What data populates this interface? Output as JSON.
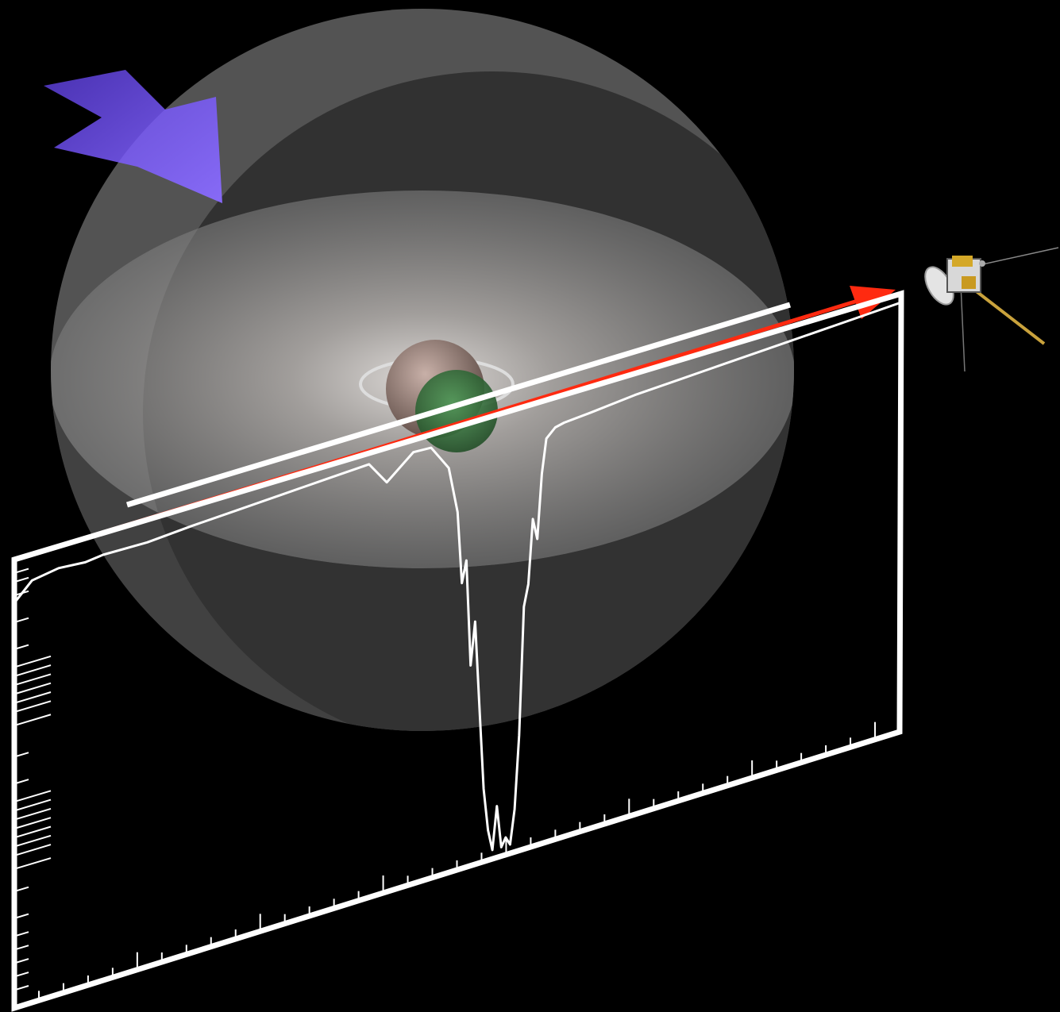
{
  "colors": {
    "background": "#000000",
    "sphere_fill": "#7a7a7a",
    "inner_sphere_fill": "#2e2e2e",
    "cloud_disk_center": "#d8d3d0",
    "sun_arrow": "#7a55ff",
    "occultation_ray": "#ff2a10",
    "plot_frame": "#ffffff",
    "planet": "#a89088",
    "moon": "#3f7f45"
  },
  "icons": {
    "sun_direction": "arrow-icon",
    "spacecraft": "spacecraft-icon"
  },
  "chart_data": {
    "type": "line",
    "title": "",
    "xlabel": "",
    "ylabel": "",
    "grid": false,
    "series": [
      {
        "x": [
          0,
          0.02,
          0.05,
          0.08,
          0.1,
          0.15,
          0.2,
          0.25,
          0.3,
          0.35,
          0.4,
          0.42,
          0.45,
          0.47,
          0.48,
          0.49,
          0.5,
          0.505,
          0.51,
          0.515,
          0.52,
          0.525,
          0.53,
          0.535,
          0.54,
          0.545,
          0.55,
          0.555,
          0.56,
          0.565,
          0.57,
          0.575,
          0.58,
          0.585,
          0.59,
          0.595,
          0.6,
          0.61,
          0.62,
          0.65,
          0.7,
          0.75,
          0.8,
          0.85,
          0.9,
          0.95,
          1.0
        ],
        "values": [
          0.92,
          0.96,
          0.97,
          0.965,
          0.97,
          0.968,
          0.975,
          0.98,
          0.985,
          0.99,
          0.995,
          0.94,
          0.992,
          0.99,
          0.96,
          0.93,
          0.82,
          0.65,
          0.7,
          0.45,
          0.55,
          0.35,
          0.15,
          0.05,
          0.0,
          0.1,
          0.0,
          0.02,
          0.0,
          0.08,
          0.25,
          0.55,
          0.6,
          0.75,
          0.7,
          0.85,
          0.93,
          0.95,
          0.955,
          0.96,
          0.97,
          0.975,
          0.98,
          0.985,
          0.99,
          0.995,
          1.0
        ]
      }
    ]
  }
}
